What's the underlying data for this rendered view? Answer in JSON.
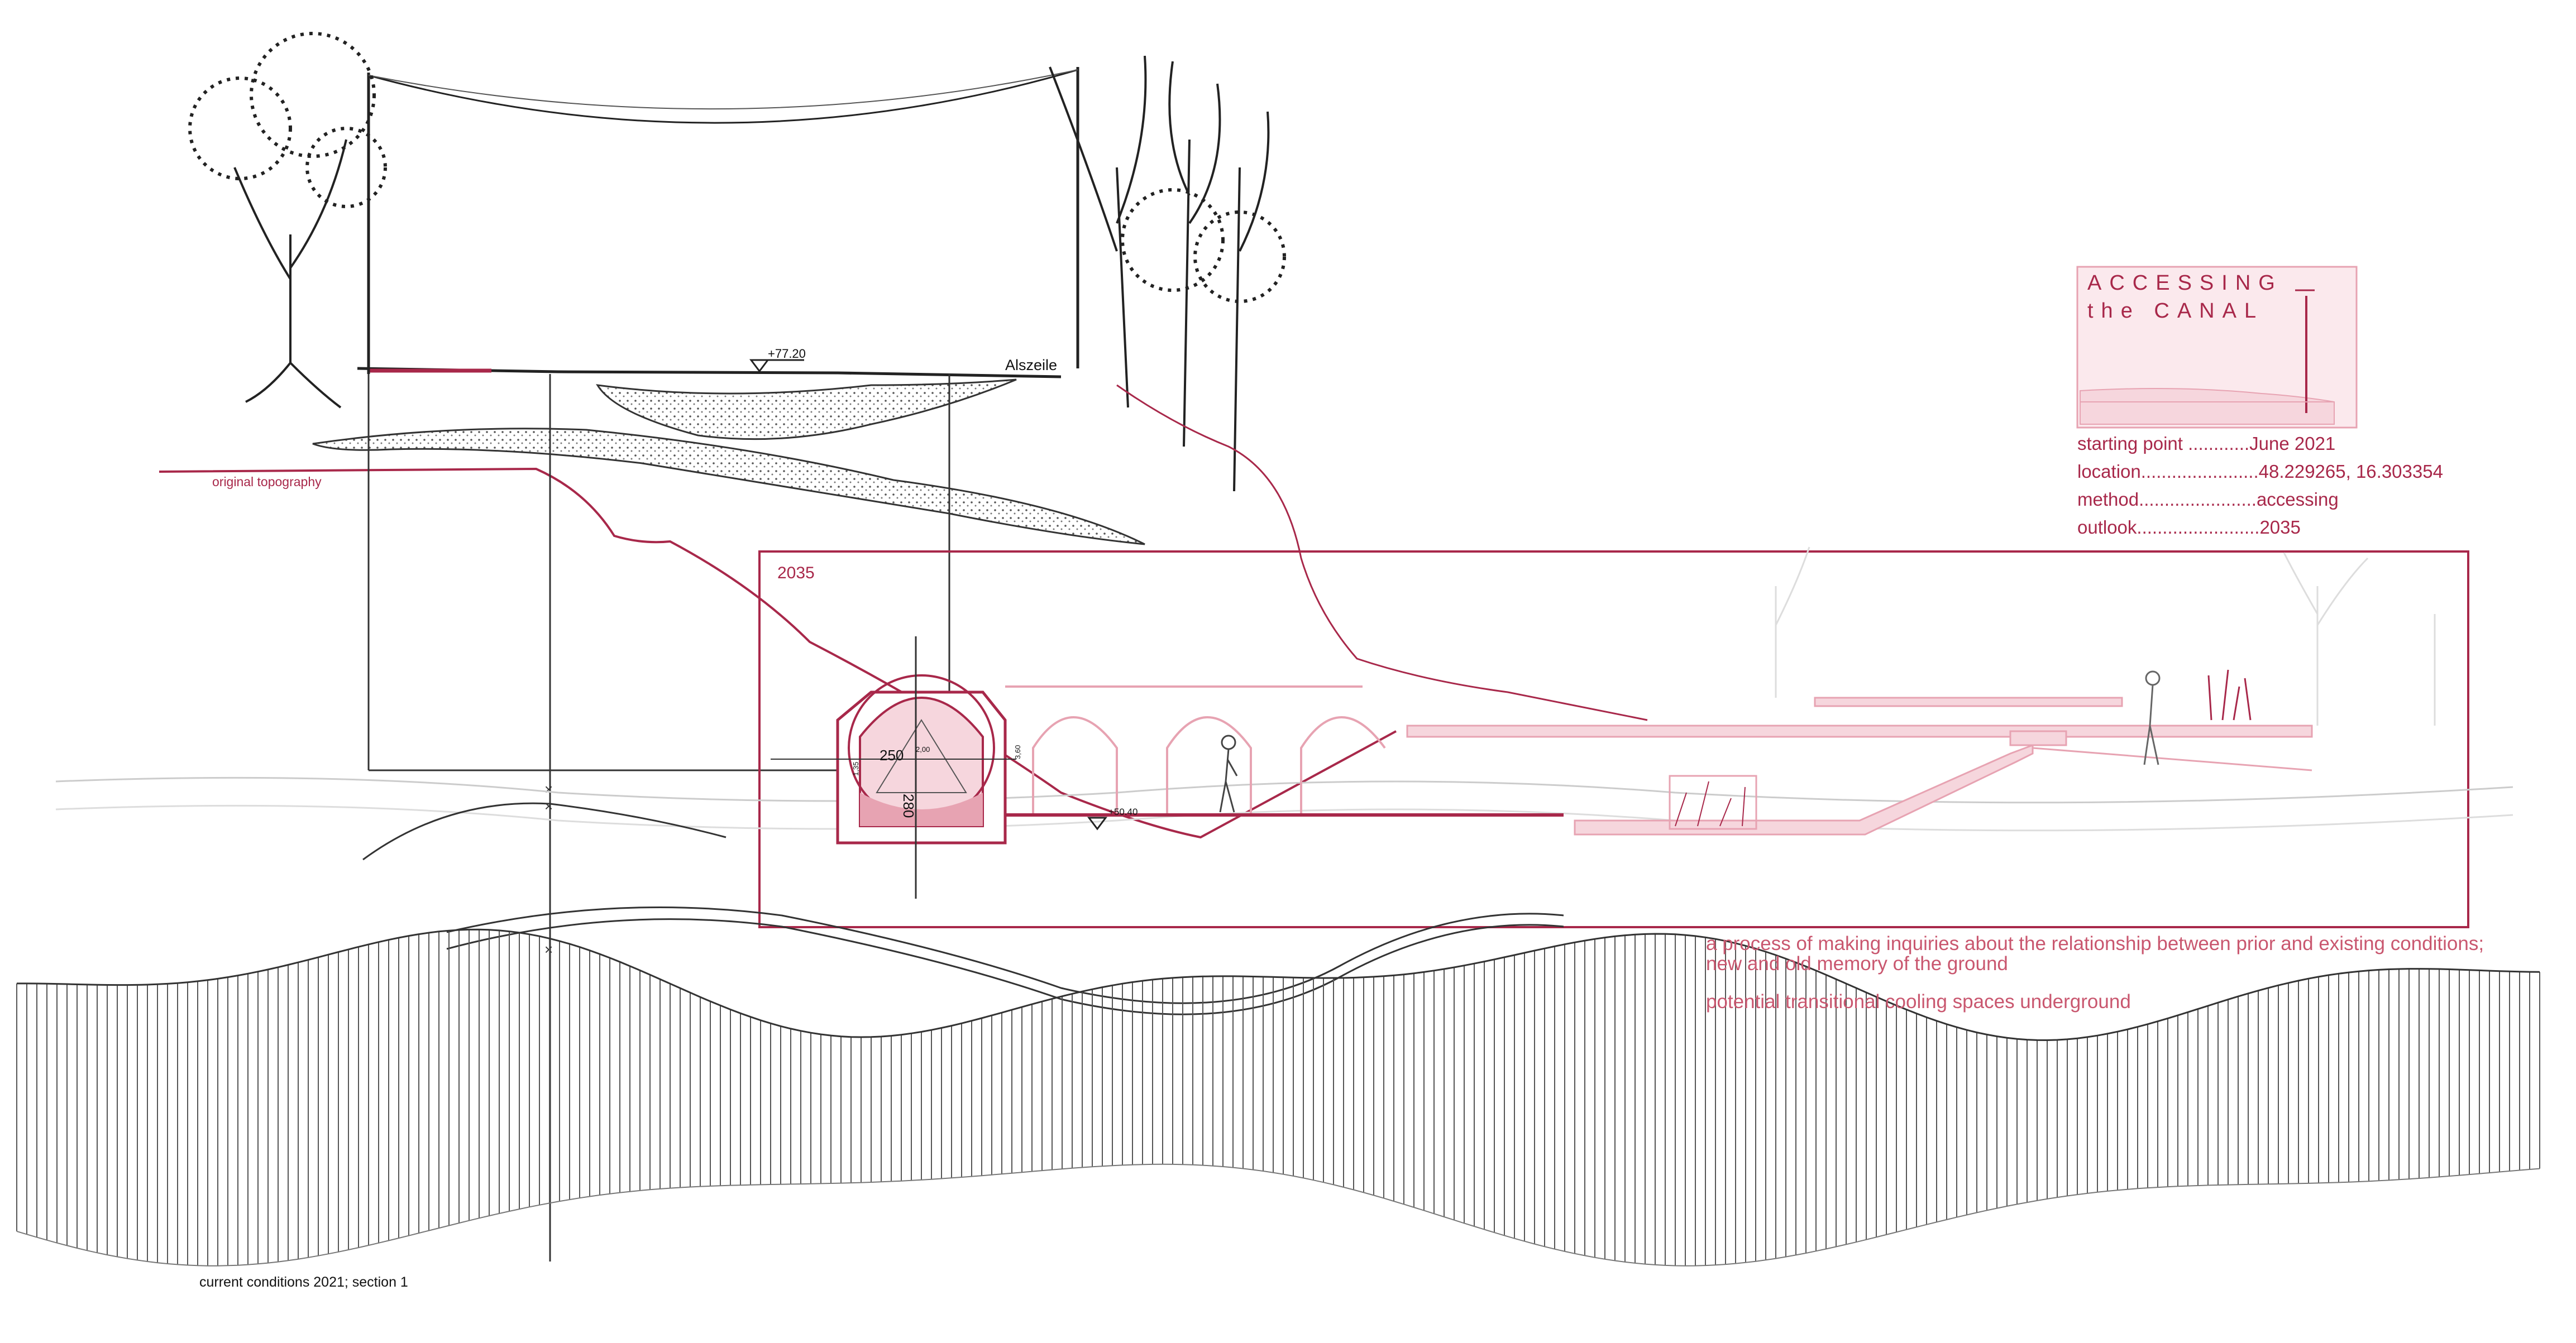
{
  "colors": {
    "accent": "#a8284a",
    "light": "#e7a3b2",
    "fill": "#f6d6dd",
    "ink": "#222222"
  },
  "section_caption": "current conditions 2021; section 1",
  "topography_label": "original topography",
  "street_label": "Alszeile",
  "level_top": "+77.20",
  "level_canal": "+50.40",
  "year_frame": "2035",
  "dims": {
    "width": "250",
    "height": "280",
    "d1": "2,00",
    "d2": "1,35",
    "d3": "3,60"
  },
  "card": {
    "title_line1": "ACCESSING",
    "title_line2": "the  CANAL",
    "rows": [
      "starting point ............June 2021",
      "location.......................48.229265, 16.303354",
      "method.......................accessing",
      "outlook........................2035"
    ]
  },
  "description": {
    "line1": "a process of making inquiries about the relationship between prior and existing conditions;",
    "line2": "new and old memory of the ground",
    "line3": "potential transitional cooling spaces underground"
  }
}
